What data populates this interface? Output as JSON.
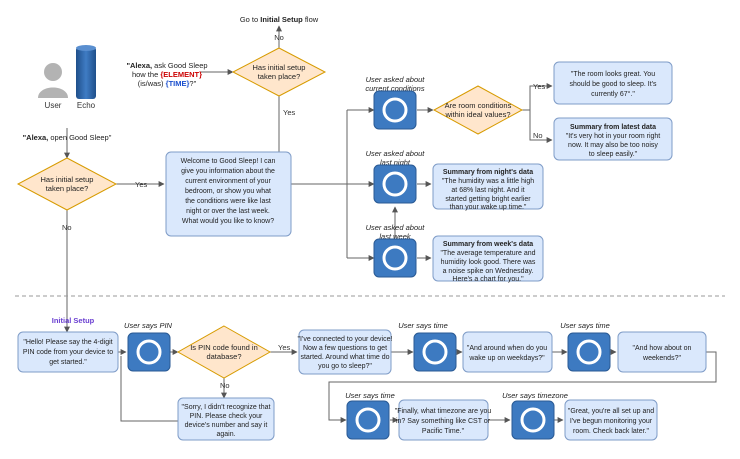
{
  "colors": {
    "box_fill": "#dae8fc",
    "box_stroke": "#7f9cc7",
    "diamond_fill": "#ffe6cc",
    "diamond_stroke": "#d79b00",
    "alexa_blue": "#3d7ac1",
    "element_red": "#cc0000",
    "time_blue": "#1a4fcf",
    "initial_setup_purple": "#6a3fd1",
    "line": "#666666"
  },
  "top": {
    "user_label": "User",
    "echo_label": "Echo",
    "ask_alexa": "\"Alexa,",
    "ask_rest": " ask Good Sleep",
    "ask_line2": "how the",
    "ask_element": "{ELEMENT}",
    "ask_line3_a": "(is/was)",
    "ask_time": "{TIME}",
    "ask_line3_b": "?\"",
    "goto_prefix": "Go to ",
    "goto_bold": "Initial Setup",
    "goto_suffix": " flow",
    "no_top": "No",
    "yes_top": "Yes",
    "diamond_top": [
      "Has initial setup",
      "taken place?"
    ],
    "open_alexa": "\"Alexa,",
    "open_rest": " open Good Sleep\"",
    "diamond_left": [
      "Has initial setup",
      "taken place?"
    ],
    "yes_left": "Yes",
    "no_left": "No",
    "welcome": [
      "Welcome to Good Sleep! I can",
      "give you information about the",
      "current environment of your",
      "bedroom, or show you what",
      "the conditions were like last",
      "night or over the last week.",
      "What would you like to know?"
    ]
  },
  "right": {
    "q_current": [
      "User asked about",
      "current conditions"
    ],
    "q_lastnight": [
      "User asked about",
      "last night"
    ],
    "q_lastweek": [
      "User asked about",
      "last week"
    ],
    "diamond_ideal": [
      "Are room conditions",
      "within ideal values?"
    ],
    "yes_ideal": "Yes",
    "no_ideal": "No",
    "good_box": [
      "\"The room looks great. You",
      "should be good to sleep. It's",
      "currently 67°.\""
    ],
    "latest_title": "Summary from latest data",
    "latest_box": [
      "\"It's very hot in your room right",
      "now. It may also be too noisy",
      "to sleep easily.\""
    ],
    "night_title": "Summary from night's data",
    "night_box": [
      "\"The humidity was a little high",
      "at 68% last night. And it",
      "started getting bright earlier",
      "than your wake up time.\""
    ],
    "week_title": "Summary from week's data",
    "week_box": [
      "\"The average temperature and",
      "humidity look good. There was",
      "a noise spike on Wednesday.",
      "Here's a chart for you.\""
    ]
  },
  "bottom": {
    "initial_setup": "Initial Setup",
    "hello_box": [
      "\"Hello! Please say the 4-digit",
      "PIN code from your device to",
      "get started.\""
    ],
    "says_pin": "User says PIN",
    "diamond_pin": [
      "Is PIN code found in",
      "database?"
    ],
    "yes_pin": "Yes",
    "no_pin": "No",
    "sorry_box": [
      "\"Sorry, I didn't recognize that",
      "PIN. Please check your",
      "device's number and say it",
      "again."
    ],
    "connected_box": [
      "\"I've connected to your device!",
      "Now a few questions to get",
      "started. Around what time do",
      "you go to sleep?\""
    ],
    "says_time_1": "User says time",
    "wake_box": [
      "\"And around when do you",
      "wake up on weekdays?\""
    ],
    "says_time_2": "User says time",
    "weekends_box": [
      "\"And how about on",
      "weekends?\""
    ],
    "says_time_3": "User says time",
    "timezone_box": [
      "\"Finally, what timezone are you",
      "in? Say something like CST or",
      "Pacific Time.\""
    ],
    "says_timezone": "User says timezone",
    "great_box": [
      "\"Great, you're all set up and",
      "I've begun monitoring your",
      "room. Check back later.\""
    ]
  }
}
